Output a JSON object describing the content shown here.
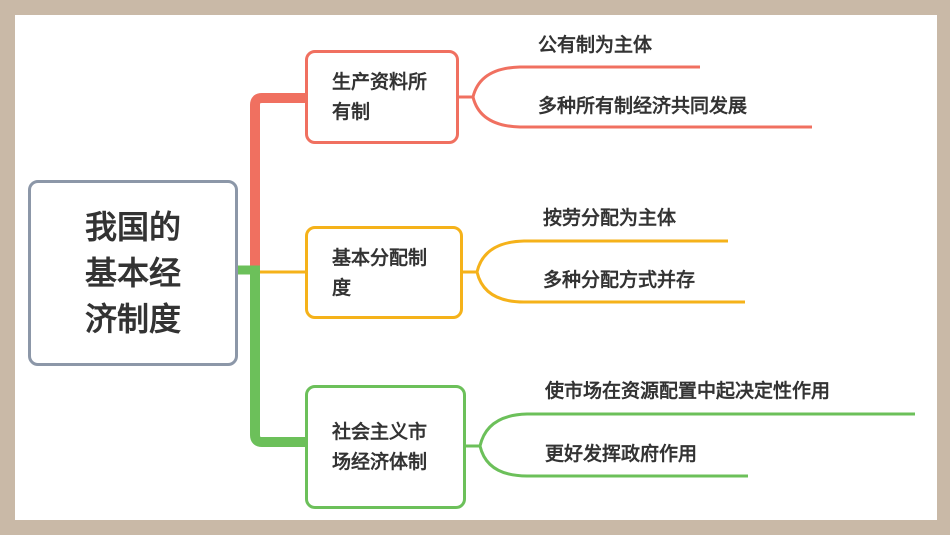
{
  "colors": {
    "red": "#f07060",
    "yellow": "#f5b21a",
    "green": "#6cc05a",
    "root_border": "#8c97a8"
  },
  "root": {
    "label": "我国的基本经济制度"
  },
  "branches": [
    {
      "label": "生产资料所有制",
      "leaves": [
        "公有制为主体",
        "多种所有制经济共同发展"
      ]
    },
    {
      "label": "基本分配制度",
      "leaves": [
        "按劳分配为主体",
        "多种分配方式并存"
      ]
    },
    {
      "label": "社会主义市场经济体制",
      "leaves": [
        "使市场在资源配置中起决定性作用",
        "更好发挥政府作用"
      ]
    }
  ]
}
